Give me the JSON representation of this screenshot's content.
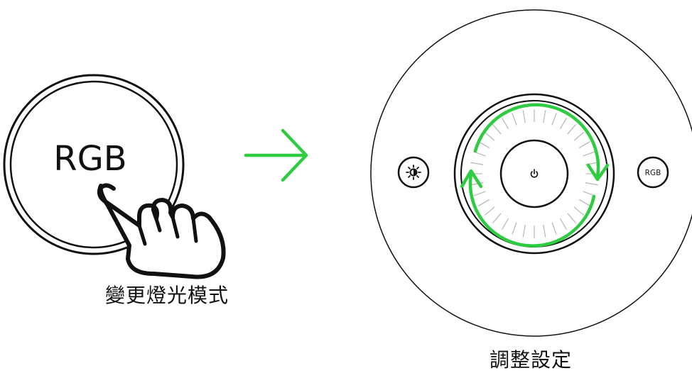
{
  "left_panel": {
    "button_label": "RGB",
    "caption": "變更燈光模式"
  },
  "right_panel": {
    "power_icon": "power-icon",
    "brightness_icon": "brightness-icon",
    "rgb_button_label": "RGB",
    "caption": "調整設定"
  },
  "colors": {
    "accent_green": "#2ecc40",
    "outline": "#111111",
    "tick": "#bbbbbb"
  }
}
